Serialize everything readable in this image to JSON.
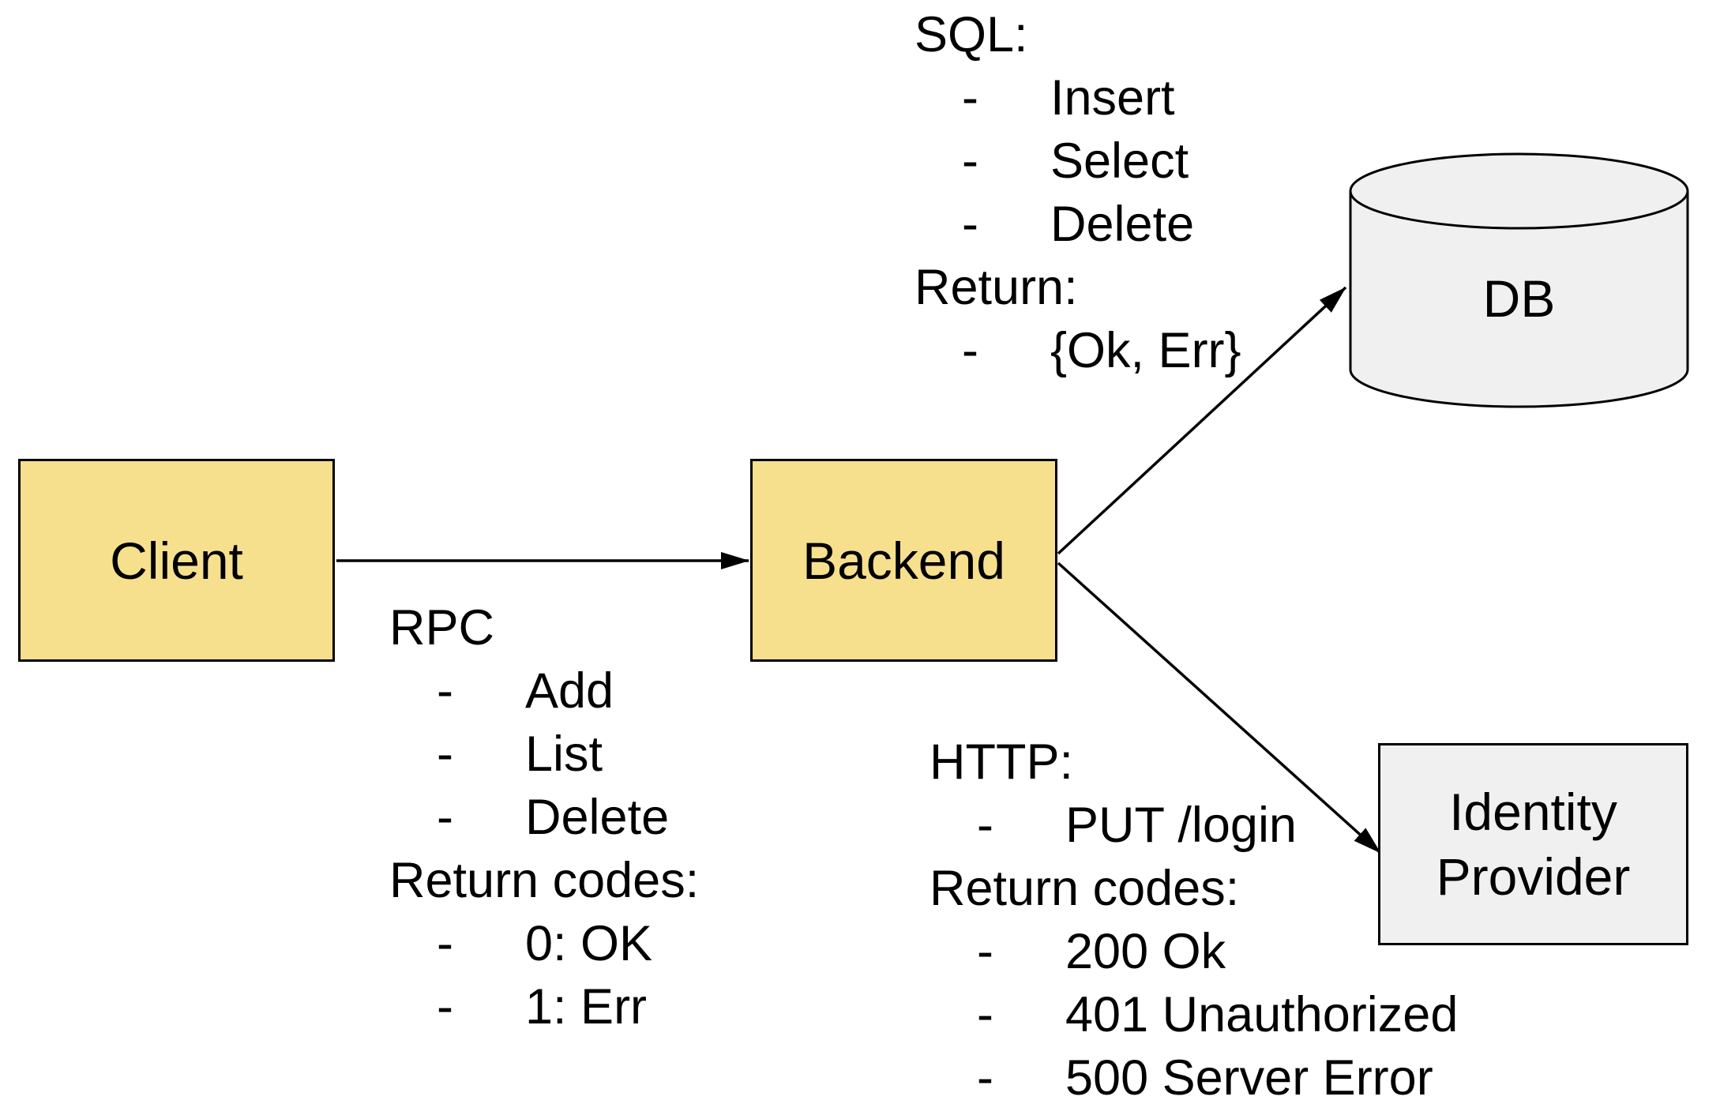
{
  "diagram": {
    "bullet_marker": "-",
    "colors": {
      "node_fill_yellow": "#F7E08D",
      "node_fill_gray": "#F0F0F0",
      "stroke": "#000000",
      "background": "#FFFFFF"
    },
    "nodes": {
      "client": {
        "label": "Client"
      },
      "backend": {
        "label": "Backend"
      },
      "db": {
        "label": "DB"
      },
      "identity_provider": {
        "label_line1": "Identity",
        "label_line2": "Provider"
      }
    },
    "annotations": {
      "sql": {
        "title": "SQL:",
        "items": [
          "Insert",
          "Select",
          "Delete"
        ],
        "return_title": "Return:",
        "return_items": [
          "{Ok, Err}"
        ]
      },
      "rpc": {
        "title": "RPC",
        "items": [
          "Add",
          "List",
          "Delete"
        ],
        "return_title": "Return codes:",
        "return_items": [
          "0: OK",
          "1: Err"
        ]
      },
      "http": {
        "title": "HTTP:",
        "items": [
          "PUT /login"
        ],
        "return_title": "Return codes:",
        "return_items": [
          "200 Ok",
          "401 Unauthorized",
          "500 Server Error"
        ]
      }
    }
  }
}
